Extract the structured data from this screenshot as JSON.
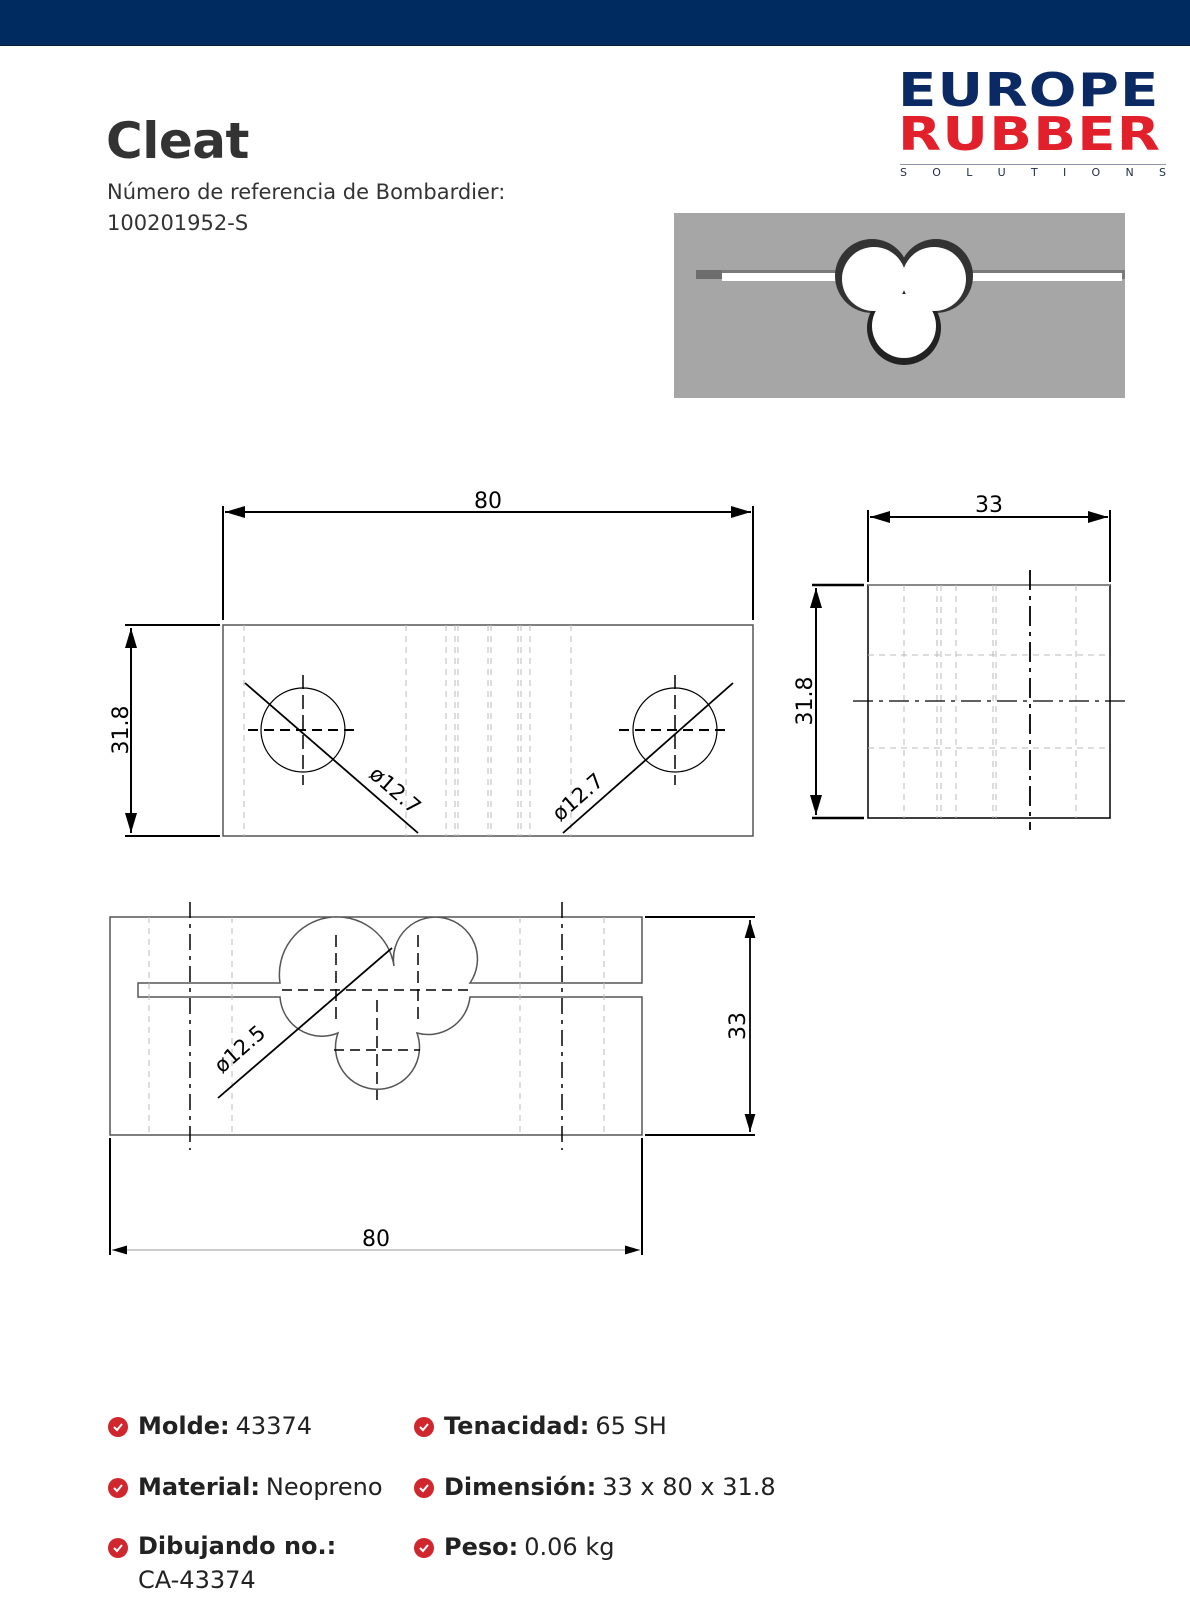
{
  "header": {
    "bar_color": "#002b61"
  },
  "product": {
    "title": "Cleat",
    "reference_label": "Número de referencia de Bombardier:",
    "reference_value": "100201952-S"
  },
  "logo": {
    "line1": "EUROPE",
    "line2": "RUBBER",
    "line3": [
      "S",
      "O",
      "L",
      "U",
      "T",
      "I",
      "O",
      "N",
      "S"
    ],
    "colors": {
      "europe": "#0b2a63",
      "rubber": "#e1202b"
    }
  },
  "render_image": {
    "alt": "3D render of cleat with three-lobed cable opening",
    "background": "#a6a6a6"
  },
  "drawing": {
    "front_view": {
      "width_dim": "80",
      "height_dim": "31.8",
      "hole_left": "ø12.7",
      "hole_right": "ø12.7"
    },
    "side_view": {
      "width_dim": "33",
      "height_dim": "31.8"
    },
    "top_view": {
      "hole_dim": "ø12.5",
      "height_dim": "33",
      "width_dim": "80"
    }
  },
  "specs": [
    {
      "label": "Molde:",
      "value": "43374"
    },
    {
      "label": "Tenacidad:",
      "value": "65 SH"
    },
    {
      "label": "Material:",
      "value": "Neopreno"
    },
    {
      "label": "Dimensión:",
      "value": "33 x 80 x 31.8"
    },
    {
      "label": "Dibujando no.:",
      "value": "CA-43374"
    },
    {
      "label": "Peso:",
      "value": "0.06 kg"
    }
  ],
  "accent_color": "#d0262e"
}
